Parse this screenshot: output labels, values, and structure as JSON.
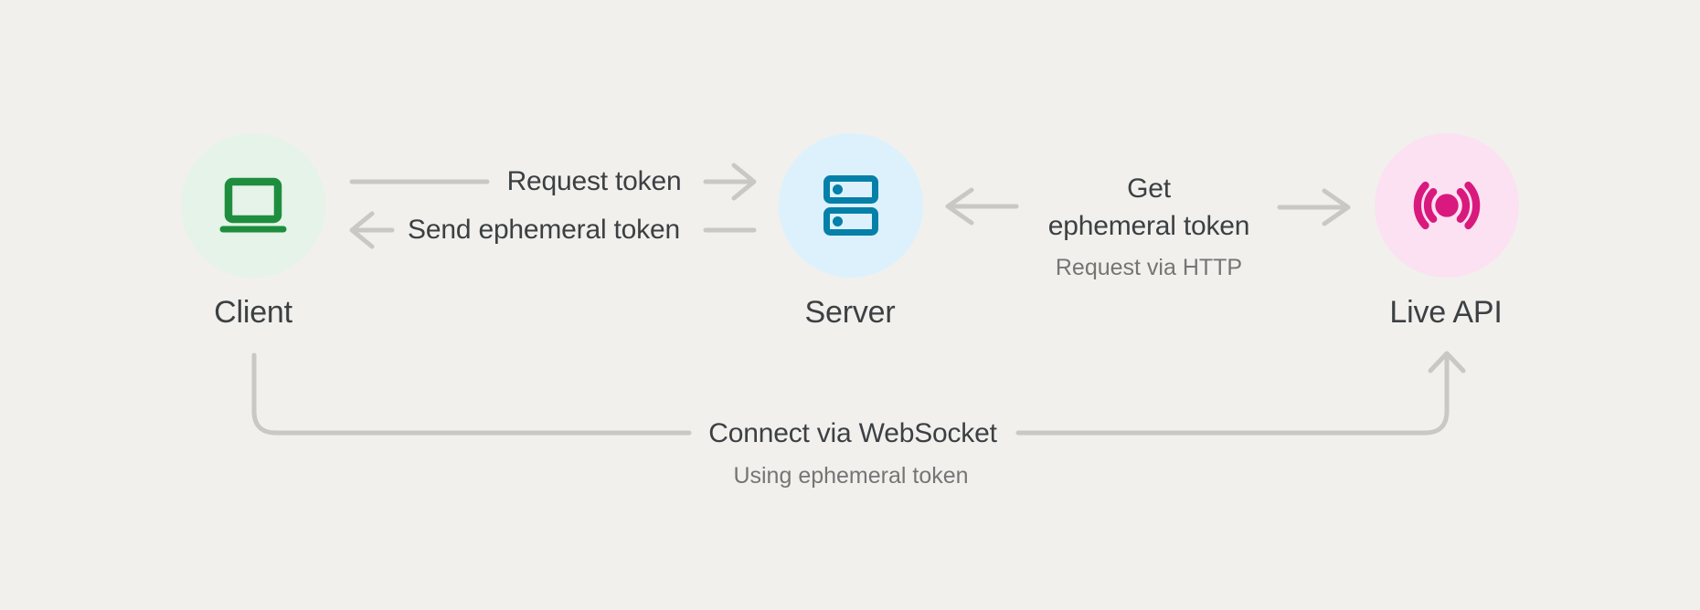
{
  "colors": {
    "background": "#F1F0ED",
    "line_gray": "#C9C8C5",
    "label_dark": "#3C4043",
    "label_gray": "#757575",
    "client_icon": "#1E8E3E",
    "client_circle_bg": "#E5F3E8",
    "server_icon": "#0580A8",
    "server_circle_bg": "#DDF1FD",
    "live_api_icon": "#D9197D",
    "live_api_circle_bg": "#FBE1F1"
  },
  "nodes": {
    "client": {
      "label": "Client",
      "icon": "laptop-icon"
    },
    "server": {
      "label": "Server",
      "icon": "server-rack-icon"
    },
    "live_api": {
      "label": "Live API",
      "icon": "broadcast-icon"
    }
  },
  "edges": {
    "request_token": {
      "label": "Request token",
      "from": "Client",
      "to": "Server",
      "direction": "right"
    },
    "send_ephemeral_token": {
      "label": "Send ephemeral token",
      "from": "Server",
      "to": "Client",
      "direction": "left"
    },
    "get_ephemeral_token": {
      "label": "Get\nephemeral token",
      "subtitle": "Request via HTTP",
      "from": "Server",
      "to": "Live API",
      "direction": "both-outward"
    },
    "connect_websocket": {
      "label": "Connect via WebSocket",
      "subtitle": "Using ephemeral token",
      "from": "Client",
      "to": "Live API",
      "direction": "up-into-live-api"
    }
  }
}
